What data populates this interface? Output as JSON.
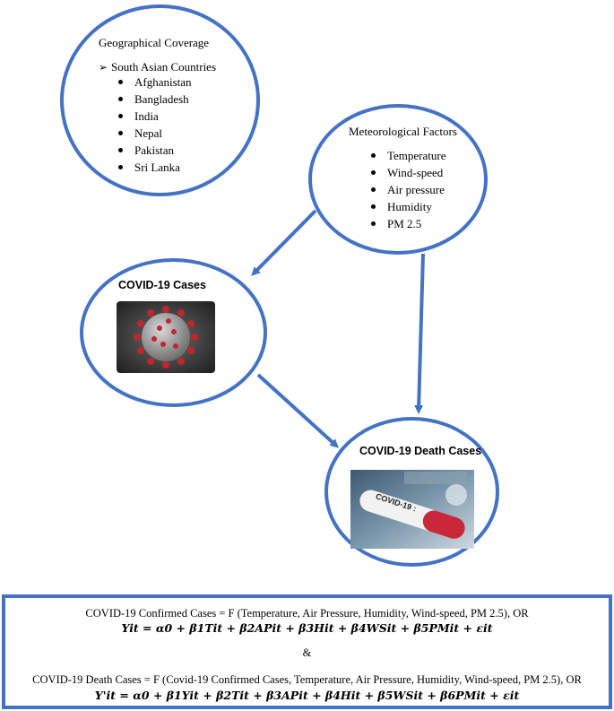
{
  "geo": {
    "title": "Geographical Coverage",
    "group_label": "South Asian Countries",
    "countries": [
      "Afghanistan",
      "Bangladesh",
      "India",
      "Nepal",
      "Pakistan",
      "Sri Lanka"
    ]
  },
  "met": {
    "title": "Meteorological Factors",
    "factors": [
      "Temperature",
      "Wind-speed",
      "Air pressure",
      "Humidity",
      "PM 2.5"
    ]
  },
  "cases": {
    "title": "COVID-19 Cases"
  },
  "deaths": {
    "title": "COVID-19 Death Cases",
    "tube_label": "COVID-19 :"
  },
  "formulas": {
    "line1": "COVID-19 Confirmed Cases = F (Temperature, Air Pressure, Humidity, Wind-speed, PM 2.5), OR",
    "eq1": "Yit = α0 + β1Tit + β2APit + β3Hit + β4WSit + β5PMit + εit",
    "amp": "&",
    "line2": "COVID-19 Death Cases = F (Covid-19 Confirmed Cases, Temperature, Air Pressure, Humidity, Wind-speed, PM 2.5), OR",
    "eq2": "Y'it = α0 + β1Yit + β2Tit + β3APit + β4Hit + β5WSit + β6PMit + εit"
  },
  "colors": {
    "outline": "#4472c4",
    "arrow": "#4472c4"
  }
}
